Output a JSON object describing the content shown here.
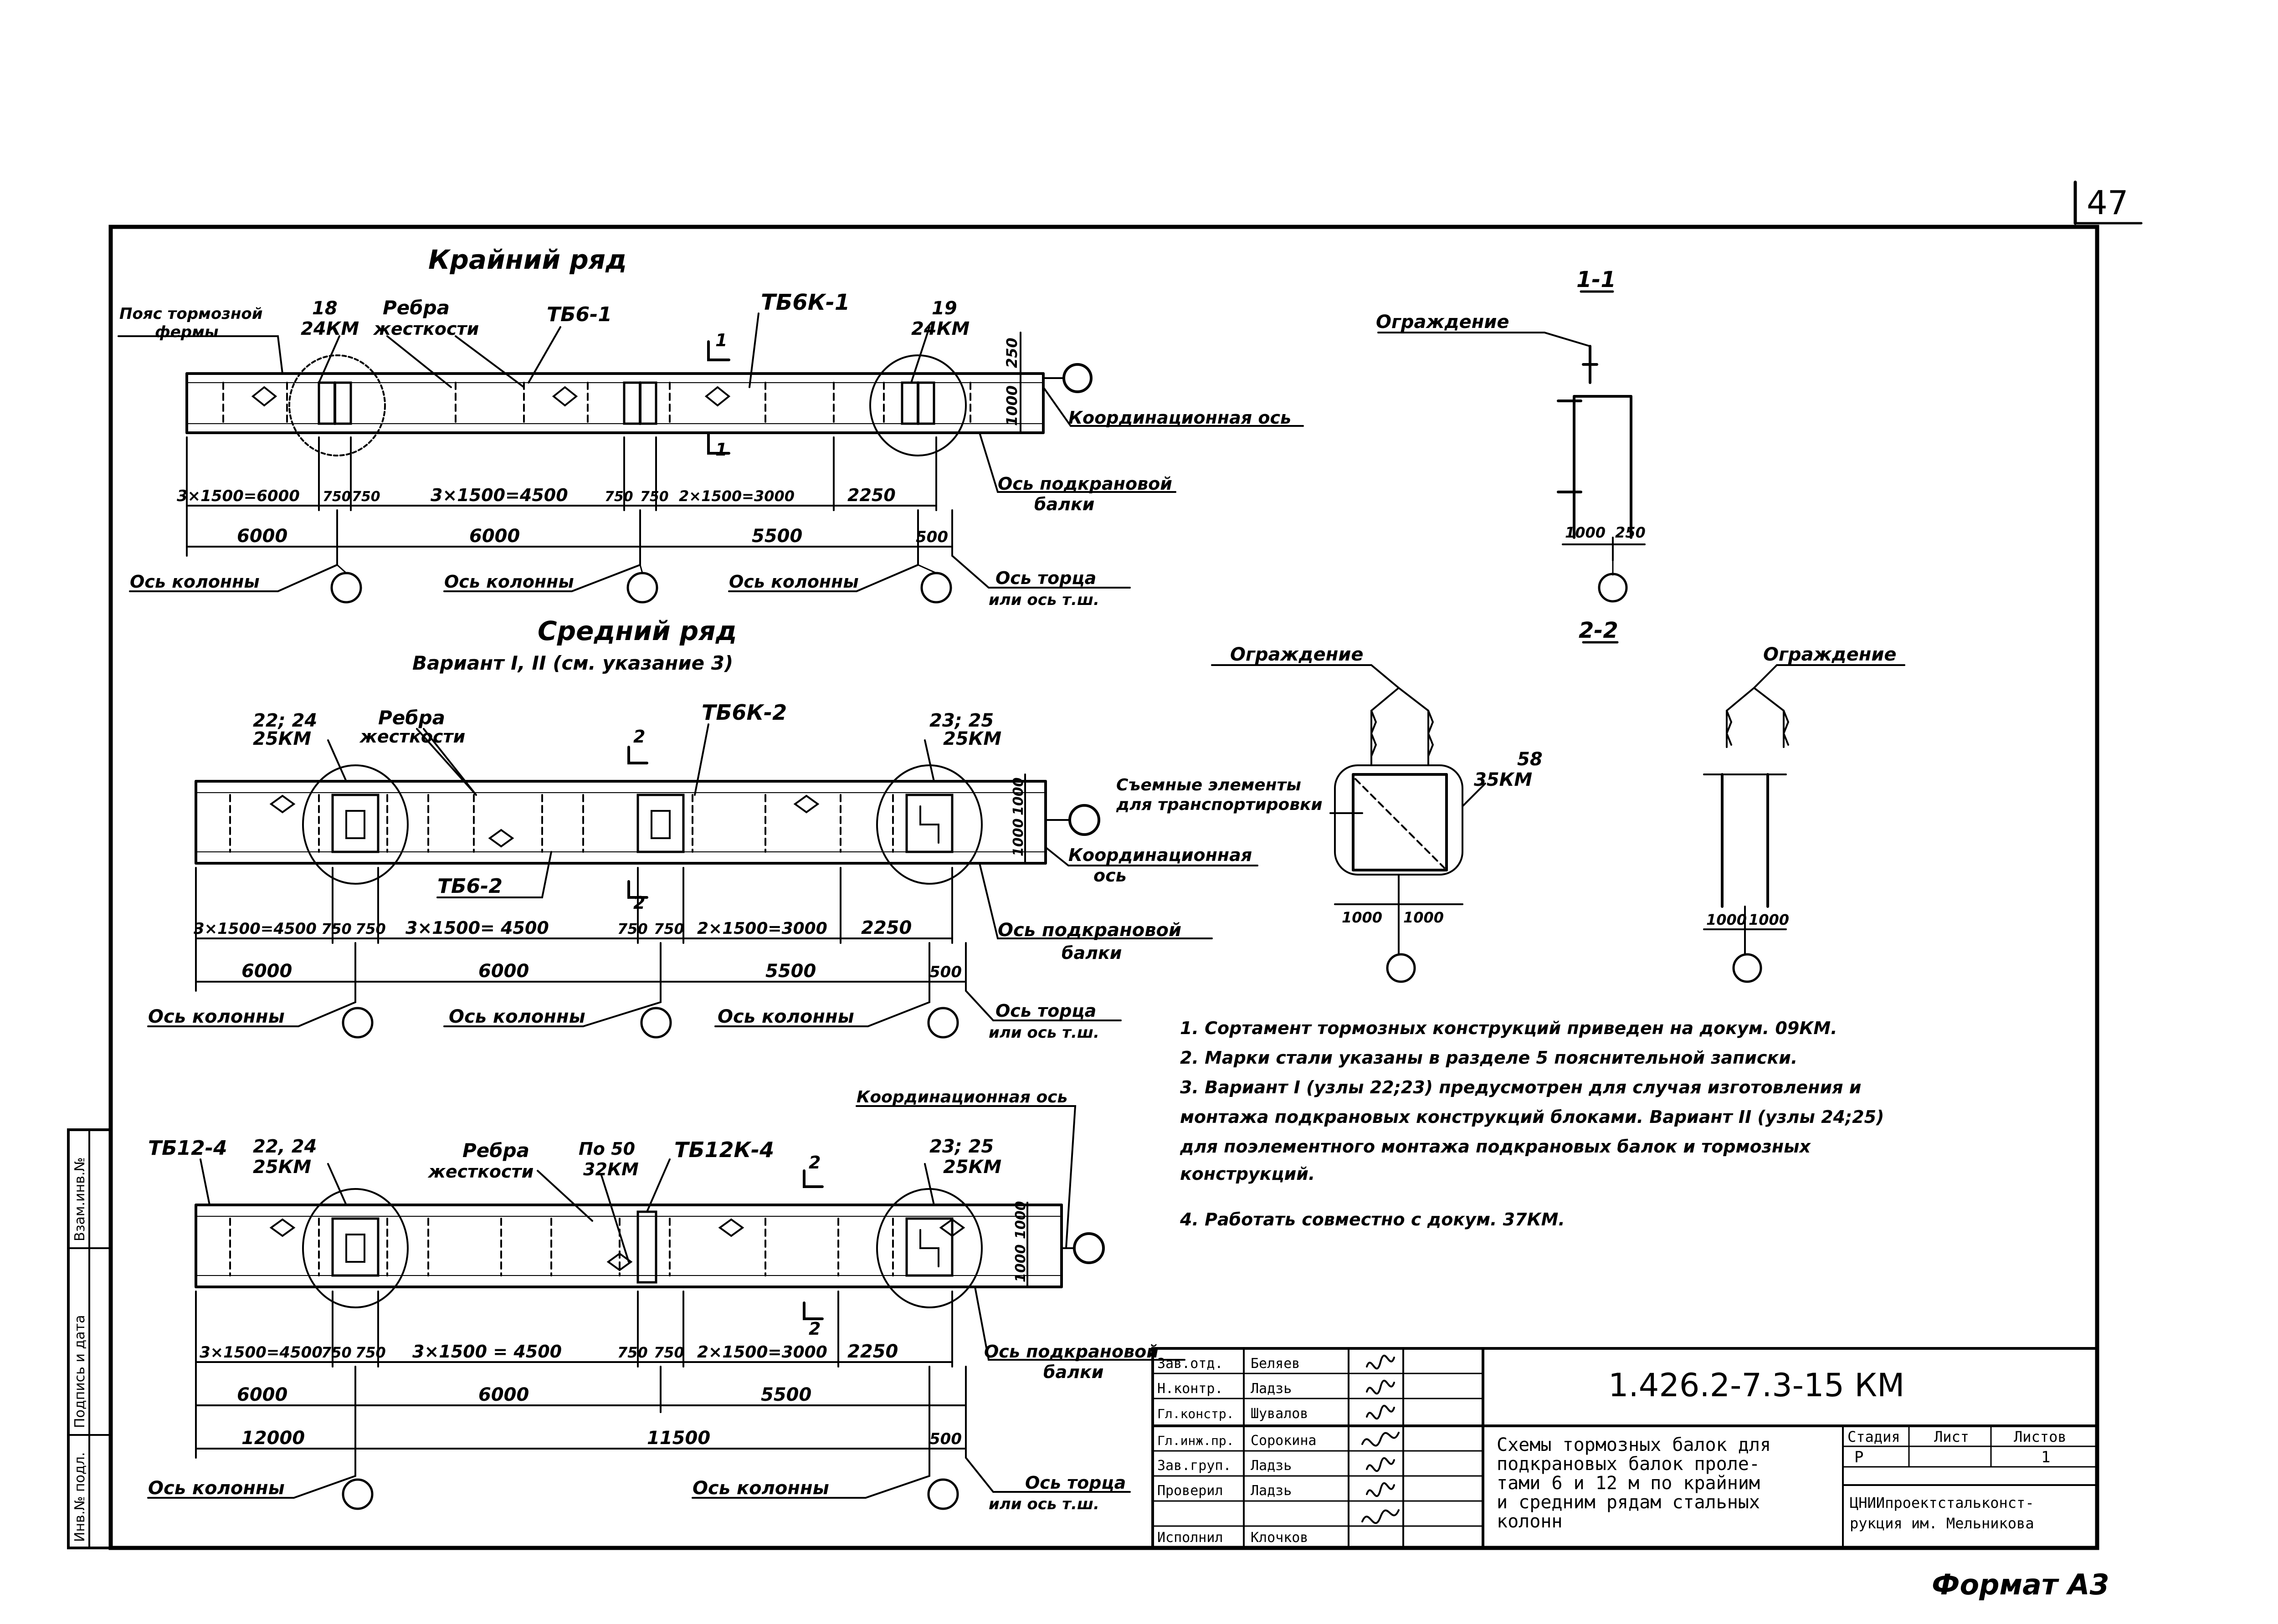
{
  "sheet": {
    "page_number": "47",
    "format": "Формат А3",
    "side_stamp": {
      "col1": "Инв.№ подл.",
      "col2": "Подпись и дата",
      "col3": "Взам.инв.№"
    }
  },
  "edge_row": {
    "title": "Крайний ряд",
    "belt_label_1": "Пояс тормозной",
    "belt_label_2": "фермы",
    "node_18": "18",
    "node_18_doc": "24КМ",
    "ribs_1": "Ребра",
    "ribs_2": "жесткости",
    "tb6_1": "ТБ6-1",
    "tb6k_1": "ТБ6К-1",
    "node_19": "19",
    "node_19_doc": "24КМ",
    "dim_250": "250",
    "dim_1000": "1000",
    "coord_axis": "Координационная ось",
    "crane_axis_1": "Ось подкрановой",
    "crane_axis_2": "балки",
    "dims_row": [
      "3×1500=6000",
      "750",
      "750",
      "3×1500=4500",
      "750",
      "750",
      "2×1500=3000",
      "2250"
    ],
    "spans": [
      "6000",
      "6000",
      "5500",
      "500"
    ],
    "column_axis": "Ось колонны",
    "end_axis_1": "Ось торца",
    "end_axis_2": "или ось т.ш.",
    "section_mark": "1"
  },
  "middle_row": {
    "title": "Средний ряд",
    "variant": "Вариант I, II (см. указание 3)",
    "node_left": "22; 24",
    "node_left_doc": "25КМ",
    "ribs_1": "Ребра",
    "ribs_2": "жесткости",
    "tb6k_2": "ТБ6К-2",
    "node_right": "23; 25",
    "node_right_doc": "25КМ",
    "tb6_2": "ТБ6-2",
    "dim_1000a": "1000",
    "dim_1000b": "1000",
    "coord_axis_1": "Координационная",
    "coord_axis_2": "ось",
    "crane_axis_1": "Ось подкрановой",
    "crane_axis_2": "балки",
    "dims_row": [
      "3×1500=4500",
      "750",
      "750",
      "3×1500= 4500",
      "750",
      "750",
      "2×1500=3000",
      "2250"
    ],
    "spans": [
      "6000",
      "6000",
      "5500",
      "500"
    ],
    "column_axis": "Ось колонны",
    "end_axis_1": "Ось торца",
    "end_axis_2": "или ось т.ш.",
    "section_mark": "2"
  },
  "third_row": {
    "tb12_4": "ТБ12-4",
    "node_left": "22, 24",
    "node_left_doc": "25КМ",
    "ribs_1": "Ребра",
    "ribs_2": "жесткости",
    "node_50": "По 50",
    "node_50_doc": "32КМ",
    "tb12k_4": "ТБ12К-4",
    "node_right": "23; 25",
    "node_right_doc": "25КМ",
    "coord_axis": "Координационная ось",
    "dim_1000a": "1000",
    "dim_1000b": "1000",
    "crane_axis_1": "Ось подкрановой",
    "crane_axis_2": "балки",
    "dims_row": [
      "3×1500=4500",
      "750",
      "750",
      "3×1500 = 4500",
      "750",
      "750",
      "2×1500=3000",
      "2250"
    ],
    "spans": [
      "6000",
      "6000",
      "5500"
    ],
    "spans_big": [
      "12000",
      "11500",
      "500"
    ],
    "column_axis": "Ось колонны",
    "end_axis_1": "Ось торца",
    "end_axis_2": "или ось т.ш.",
    "section_mark": "2"
  },
  "section_1_1": {
    "title": "1-1",
    "fence": "Ограждение",
    "dim_a": "1000",
    "dim_b": "250"
  },
  "section_2_2": {
    "title": "2-2",
    "fence_left": "Ограждение",
    "fence_right": "Ограждение",
    "removable_1": "Съемные элементы",
    "removable_2": "для транспортировки",
    "node_58": "58",
    "node_58_doc": "35КМ",
    "dims_left": [
      "1000",
      "1000"
    ],
    "dims_right": [
      "1000",
      "1000"
    ]
  },
  "notes": [
    "1. Сортамент тормозных конструкций приведен на докум. 09КМ.",
    "2. Марки стали указаны в разделе 5 пояснительной записки.",
    "3. Вариант I (узлы 22;23) предусмотрен для случая изготовления и",
    "монтажа подкрановых конструкций блоками. Вариант II (узлы 24;25)",
    "для поэлементного монтажа подкрановых балок и тормозных",
    "конструкций.",
    "4. Работать совместно с докум. 37КМ."
  ],
  "title_block": {
    "code": "1.426.2-7.3-15 КМ",
    "description": [
      "Схемы тормозных балок для",
      "подкрановых балок проле-",
      "тами 6 и 12 м по крайним",
      "и средним рядам стальных",
      "колонн"
    ],
    "stage_label": "Стадия",
    "sheet_label": "Лист",
    "sheets_label": "Листов",
    "stage": "Р",
    "sheet": "",
    "sheets": "1",
    "org_1": "ЦНИИпроектстальконст-",
    "org_2": "рукция им. Мельникова",
    "signatures": [
      {
        "role": "Зав.отд.",
        "name": "Беляев"
      },
      {
        "role": "Н.контр.",
        "name": "Ладзь"
      },
      {
        "role": "Гл.констр.",
        "name": "Шувалов"
      },
      {
        "role": "Гл.инж.пр.",
        "name": "Сорокина"
      },
      {
        "role": "Зав.груп.",
        "name": "Ладзь"
      },
      {
        "role": "Проверил",
        "name": "Ладзь"
      },
      {
        "role": "Исполнил",
        "name": "Клочков"
      }
    ]
  }
}
